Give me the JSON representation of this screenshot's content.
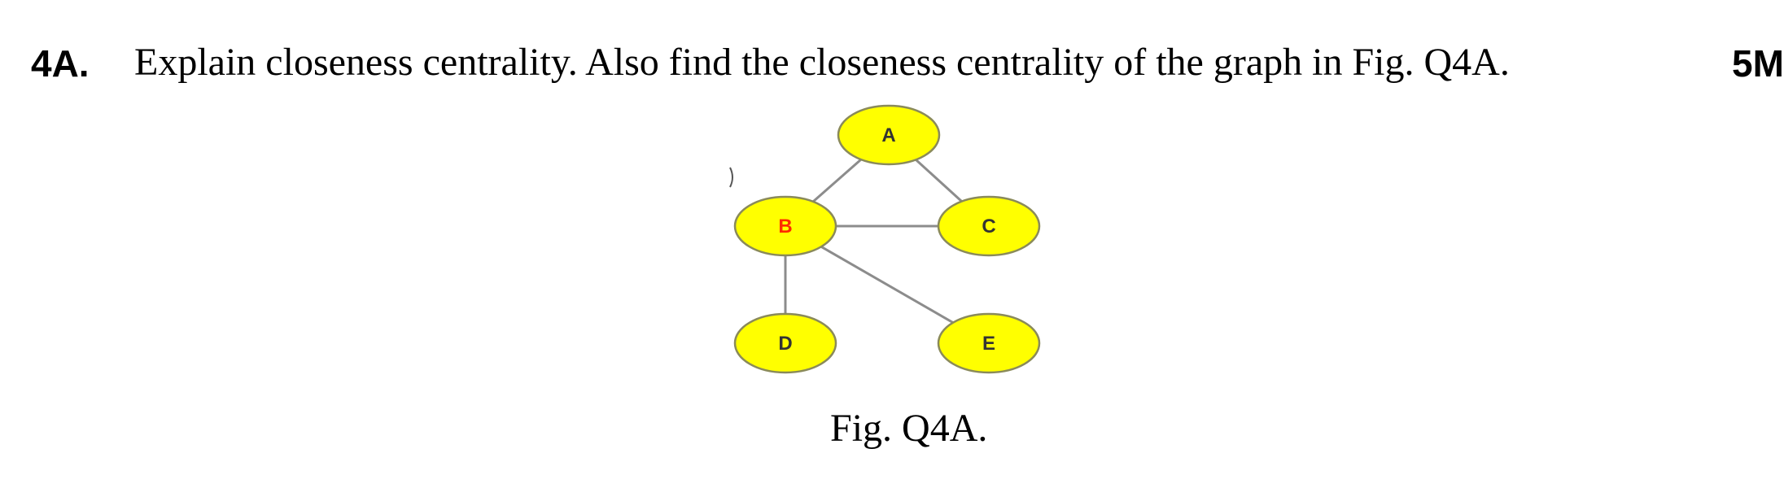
{
  "question": {
    "number": "4A.",
    "text": "Explain closeness centrality. Also find the closeness centrality of the graph in Fig. Q4A.",
    "marks": "5M"
  },
  "figure": {
    "caption": "Fig. Q4A.",
    "node_fill": "#ffff00",
    "node_stroke": "#8a8a5a",
    "edge_color": "#8c8c8c",
    "highlight_label_color": "#ff2a00",
    "nodes": [
      {
        "id": "A",
        "label": "A"
      },
      {
        "id": "B",
        "label": "B",
        "highlight": true
      },
      {
        "id": "C",
        "label": "C"
      },
      {
        "id": "D",
        "label": "D"
      },
      {
        "id": "E",
        "label": "E"
      }
    ],
    "edges": [
      [
        "A",
        "B"
      ],
      [
        "A",
        "C"
      ],
      [
        "B",
        "C"
      ],
      [
        "B",
        "D"
      ],
      [
        "B",
        "E"
      ]
    ]
  }
}
